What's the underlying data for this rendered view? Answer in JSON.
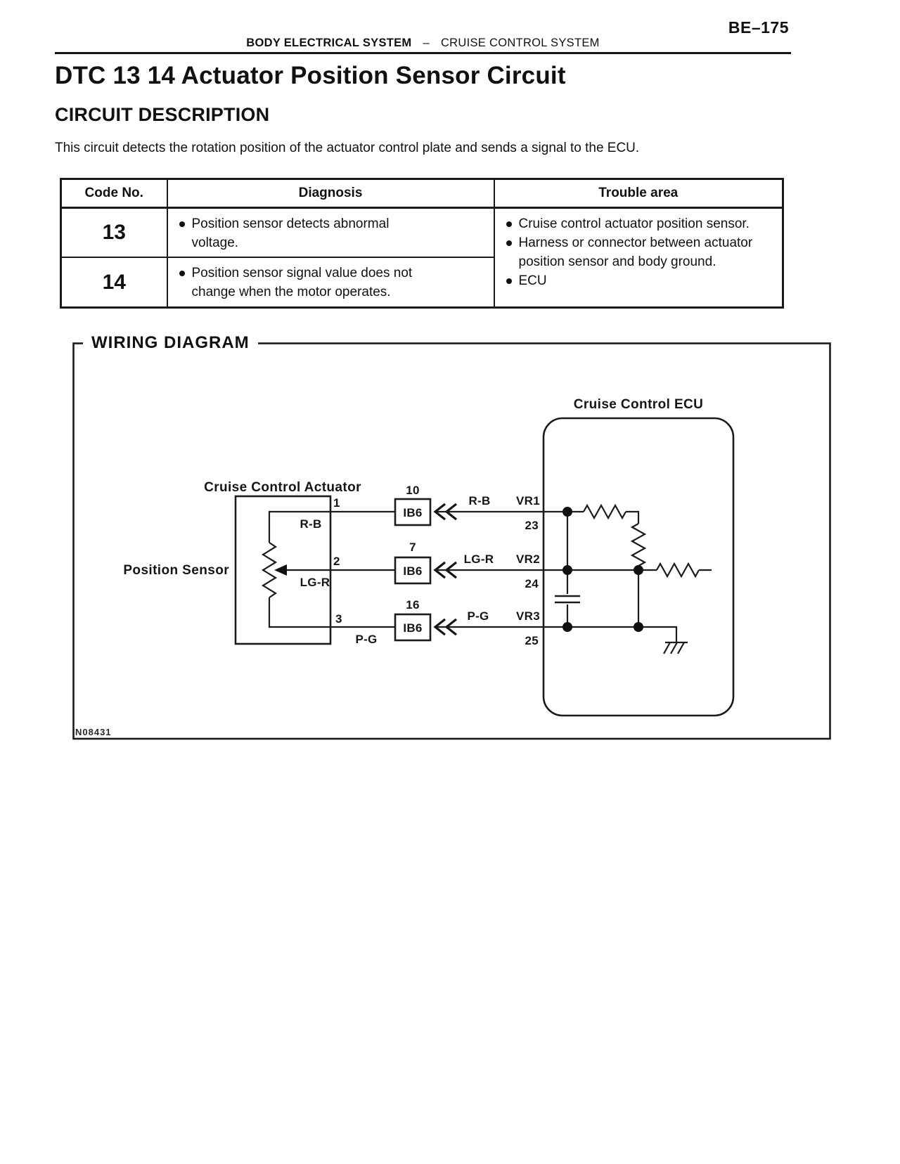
{
  "colors": {
    "ink": "#111111",
    "line": "#1b1b1b",
    "paper": "#ffffff"
  },
  "header": {
    "page_number": "BE–175",
    "section": "BODY ELECTRICAL SYSTEM",
    "separator": "–",
    "subsection": "CRUISE CONTROL SYSTEM"
  },
  "content": {
    "title": "DTC 13 14 Actuator Position Sensor Circuit",
    "heading": "CIRCUIT DESCRIPTION",
    "description": "This circuit detects the rotation position of the actuator control plate and sends a signal to the ECU."
  },
  "table": {
    "headers": [
      "Code No.",
      "Diagnosis",
      "Trouble area"
    ],
    "rows": [
      {
        "code": "13",
        "diagnosis": "Position sensor detects abnormal voltage."
      },
      {
        "code": "14",
        "diagnosis": "Position sensor signal value does not change when the motor operates."
      }
    ],
    "trouble_area": [
      "Cruise control actuator position sensor.",
      "Harness or connector between actuator position sensor and body ground.",
      "ECU"
    ]
  },
  "diagram": {
    "title": "WIRING DIAGRAM",
    "figure_code": "N08431",
    "labels": {
      "actuator": "Cruise Control Actuator",
      "position_sensor": "Position Sensor",
      "ecu": "Cruise Control ECU"
    },
    "rows": [
      {
        "pin": "1",
        "wire_color_left": "R-B",
        "junction_terminal": "10",
        "junction_code": "IB6",
        "wire_color_right": "R-B",
        "ecu_terminal": "VR1",
        "ecu_pin": "23"
      },
      {
        "pin": "2",
        "wire_color_left": "LG-R",
        "junction_terminal": "7",
        "junction_code": "IB6",
        "wire_color_right": "LG-R",
        "ecu_terminal": "VR2",
        "ecu_pin": "24"
      },
      {
        "pin": "3",
        "wire_color_left": "P-G",
        "junction_terminal": "16",
        "junction_code": "IB6",
        "wire_color_right": "P-G",
        "ecu_terminal": "VR3",
        "ecu_pin": "25"
      }
    ]
  }
}
